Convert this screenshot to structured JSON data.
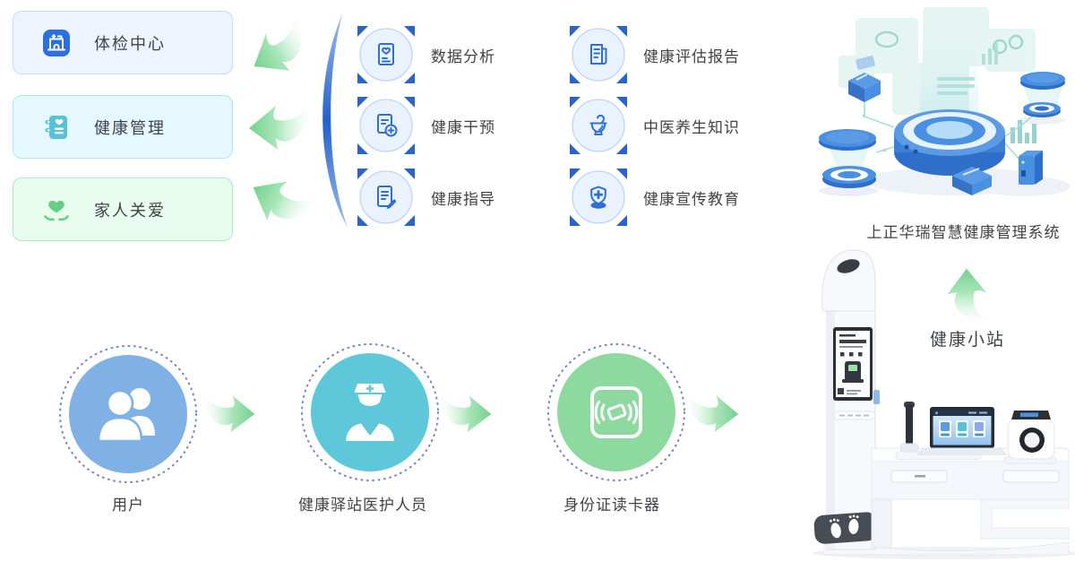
{
  "palette": {
    "accent_blue": "#2f6fd3",
    "circle_fill": "#eaf2fe",
    "circle_border": "#bed6f7",
    "arrow_green": "#7cd394",
    "dashed_ring": "#7487bd",
    "text": "#3f4347"
  },
  "left_cards": [
    {
      "label": "体检中心",
      "icon": "hospital-icon",
      "bg": "#eef4fe",
      "border": "#c9dcf8",
      "icon_color": "#2e6fe0"
    },
    {
      "label": "健康管理",
      "icon": "health-record-book-icon",
      "bg": "#e4f8fe",
      "border": "#ace8f8",
      "icon_color": "#57c2d7"
    },
    {
      "label": "家人关爱",
      "icon": "heart-in-hands-icon",
      "bg": "#e9fcf0",
      "border": "#aeeac0",
      "icon_color": "#66cf85"
    }
  ],
  "middle_features": [
    {
      "label": "数据分析",
      "icon": "data-analysis-document-icon"
    },
    {
      "label": "健康干预",
      "icon": "health-intervention-document-icon"
    },
    {
      "label": "健康指导",
      "icon": "health-guidance-document-icon"
    }
  ],
  "right_features": [
    {
      "label": "健康评估报告",
      "icon": "report-newspaper-icon"
    },
    {
      "label": "中医养生知识",
      "icon": "herbal-mortar-icon"
    },
    {
      "label": "健康宣传教育",
      "icon": "health-shield-icon"
    }
  ],
  "platform": {
    "label": "上正华瑞智慧健康管理系统"
  },
  "station": {
    "label": "健康小站"
  },
  "flow_nodes": [
    {
      "label": "用户",
      "icon": "users-icon",
      "color": "#7fb1e5"
    },
    {
      "label": "健康驿站医护人员",
      "icon": "nurse-icon",
      "color": "#5ec7d9"
    },
    {
      "label": "身份证读卡器",
      "icon": "id-card-reader-icon",
      "color": "#8ed99f"
    }
  ]
}
